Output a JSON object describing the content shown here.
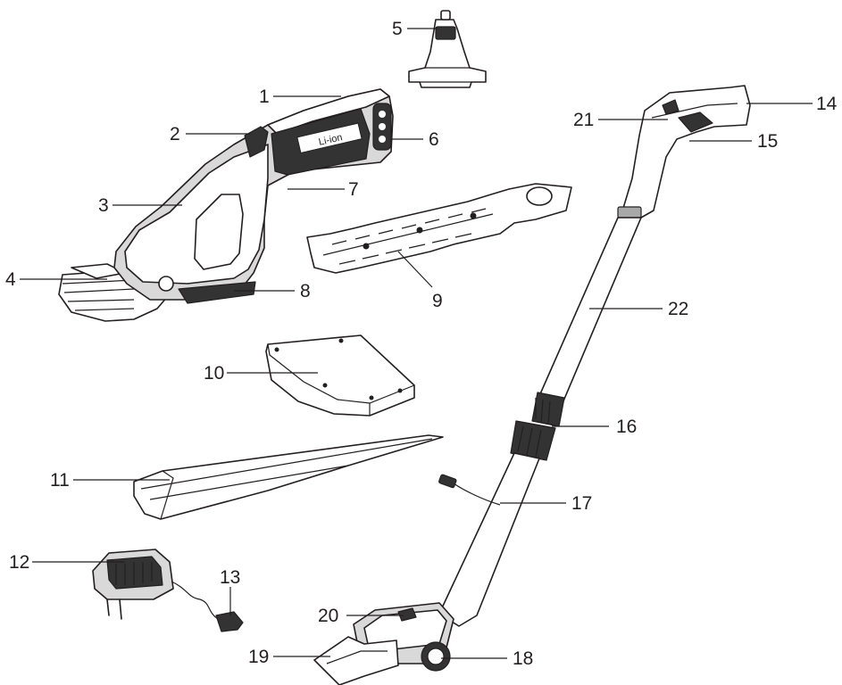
{
  "callouts": [
    {
      "id": "1",
      "text": "1"
    },
    {
      "id": "2",
      "text": "2"
    },
    {
      "id": "3",
      "text": "3"
    },
    {
      "id": "4",
      "text": "4"
    },
    {
      "id": "5",
      "text": "5"
    },
    {
      "id": "6",
      "text": "6"
    },
    {
      "id": "7",
      "text": "7"
    },
    {
      "id": "8",
      "text": "8"
    },
    {
      "id": "9",
      "text": "9"
    },
    {
      "id": "10",
      "text": "10"
    },
    {
      "id": "11",
      "text": "11"
    },
    {
      "id": "12",
      "text": "12"
    },
    {
      "id": "13",
      "text": "13"
    },
    {
      "id": "14",
      "text": "14"
    },
    {
      "id": "15",
      "text": "15"
    },
    {
      "id": "16",
      "text": "16"
    },
    {
      "id": "17",
      "text": "17"
    },
    {
      "id": "18",
      "text": "18"
    },
    {
      "id": "19",
      "text": "19"
    },
    {
      "id": "20",
      "text": "20"
    },
    {
      "id": "21",
      "text": "21"
    },
    {
      "id": "22",
      "text": "22"
    }
  ],
  "brand_text": "Li-ion",
  "colors": {
    "line": "#231f20",
    "background": "#ffffff",
    "fill_dark": "#333333",
    "fill_mid": "#a8a8a8",
    "fill_light": "#d9d9d9"
  }
}
